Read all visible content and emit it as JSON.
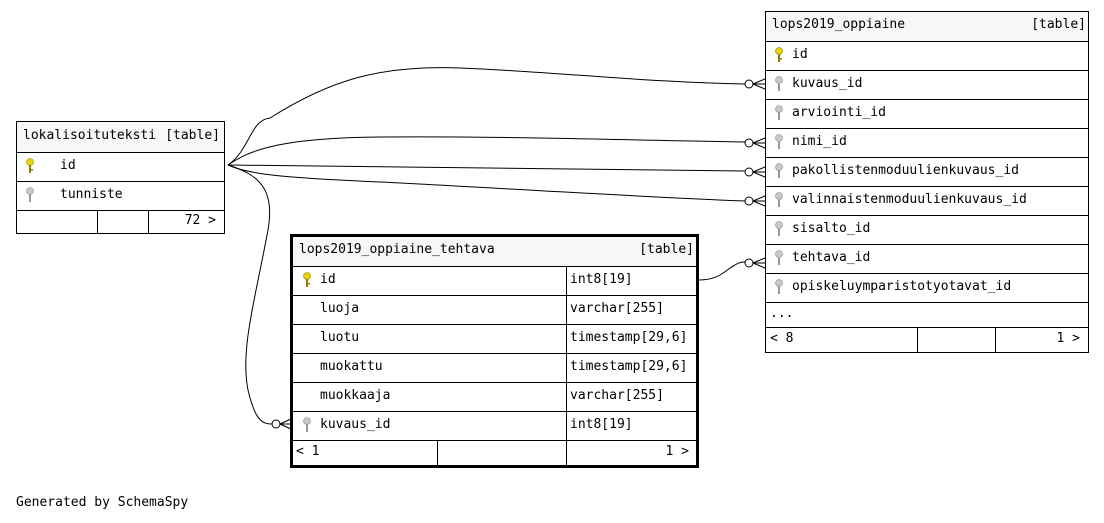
{
  "tables": {
    "lokalisoituteksti": {
      "name": "lokalisoituteksti",
      "tag": "[table]",
      "columns": [
        {
          "name": "id",
          "key": "primary"
        },
        {
          "name": "tunniste",
          "key": "index"
        }
      ],
      "footer": {
        "right": "72 >"
      }
    },
    "lops2019_oppiaine": {
      "name": "lops2019_oppiaine",
      "tag": "[table]",
      "columns": [
        {
          "name": "id",
          "key": "primary"
        },
        {
          "name": "kuvaus_id",
          "key": "index"
        },
        {
          "name": "arviointi_id",
          "key": "index"
        },
        {
          "name": "nimi_id",
          "key": "index"
        },
        {
          "name": "pakollistenmoduulienkuvaus_id",
          "key": "index"
        },
        {
          "name": "valinnaistenmoduulienkuvaus_id",
          "key": "index"
        },
        {
          "name": "sisalto_id",
          "key": "index"
        },
        {
          "name": "tehtava_id",
          "key": "index"
        },
        {
          "name": "opiskeluymparistotyotavat_id",
          "key": "index"
        }
      ],
      "more": "...",
      "footer": {
        "left": "< 8",
        "right": "1 >"
      }
    },
    "lops2019_oppiaine_tehtava": {
      "name": "lops2019_oppiaine_tehtava",
      "tag": "[table]",
      "columns": [
        {
          "name": "id",
          "type": "int8[19]",
          "key": "primary"
        },
        {
          "name": "luoja",
          "type": "varchar[255]",
          "key": "none"
        },
        {
          "name": "luotu",
          "type": "timestamp[29,6]",
          "key": "none"
        },
        {
          "name": "muokattu",
          "type": "timestamp[29,6]",
          "key": "none"
        },
        {
          "name": "muokkaaja",
          "type": "varchar[255]",
          "key": "none"
        },
        {
          "name": "kuvaus_id",
          "type": "int8[19]",
          "key": "index"
        }
      ],
      "footer": {
        "left": "< 1",
        "right": "1 >"
      }
    }
  },
  "footer_text": "Generated by SchemaSpy",
  "colors": {
    "primary_key": "#e8d400",
    "index_key": "#a8a8a8",
    "header_bg": "#f7f7f7",
    "line": "#000000"
  }
}
